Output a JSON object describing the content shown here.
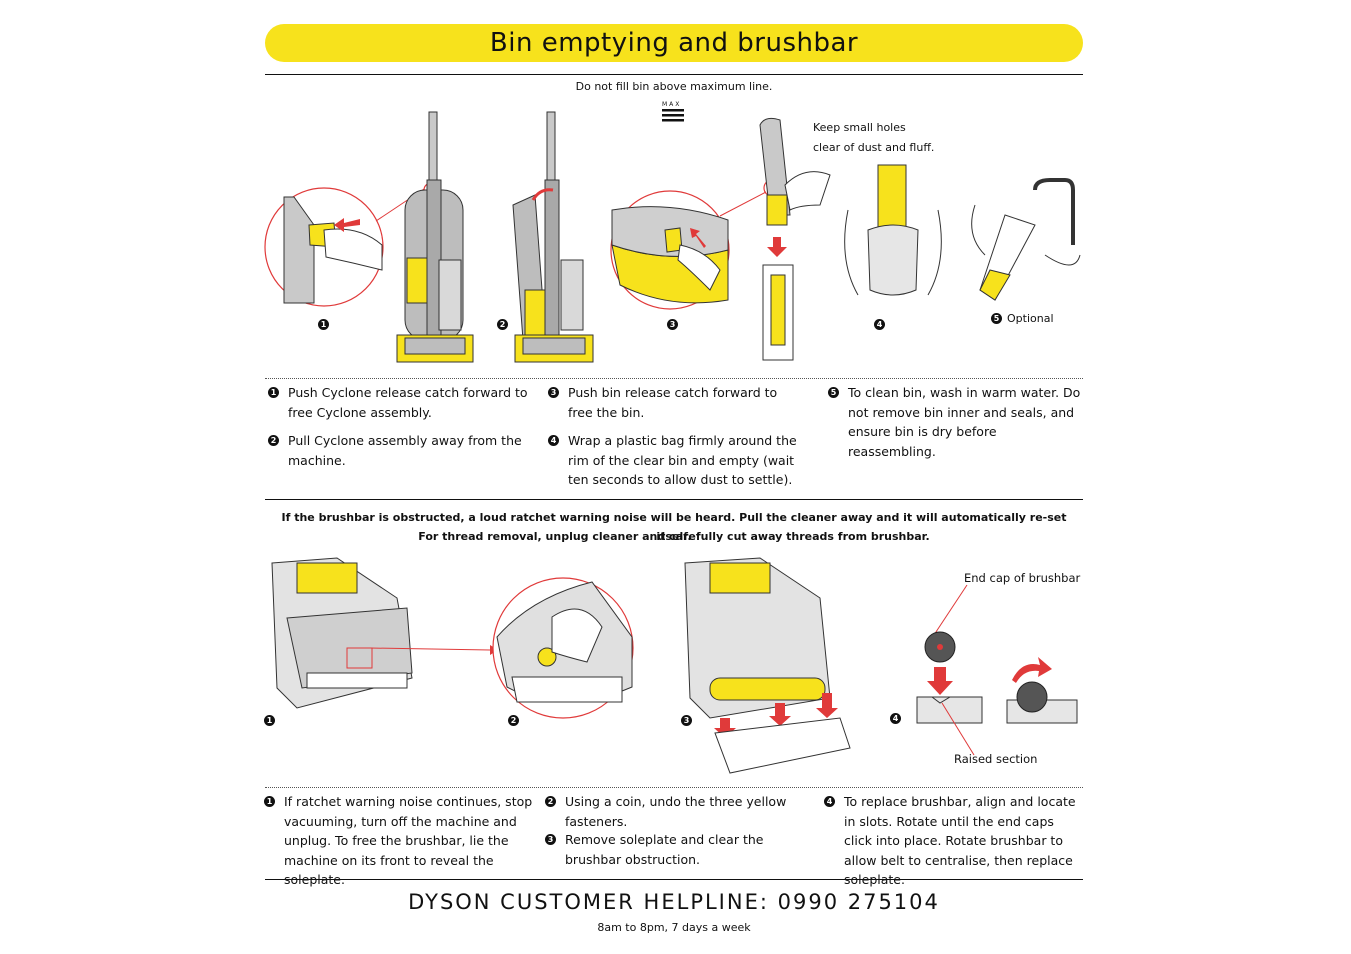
{
  "header": {
    "title": "Bin emptying and brushbar"
  },
  "bin_section": {
    "max_note": "Do not fill bin above maximum line.",
    "max_label": "MAX",
    "holes_note_line1": "Keep small holes",
    "holes_note_line2": "clear of dust and fluff.",
    "optional_label": "Optional",
    "figure_numbers": [
      "1",
      "2",
      "3",
      "4",
      "5"
    ],
    "steps": [
      {
        "num": "1",
        "text": "Push Cyclone release catch forward to free Cyclone assembly."
      },
      {
        "num": "2",
        "text": "Pull Cyclone assembly away from the machine."
      },
      {
        "num": "3",
        "text": "Push bin release catch forward to free the bin."
      },
      {
        "num": "4",
        "text": "Wrap a plastic bag firmly around the rim of the clear bin and empty (wait ten seconds to allow dust to settle)."
      },
      {
        "num": "5",
        "text": "To clean bin, wash in warm water. Do not remove bin inner and seals, and ensure bin is dry before reassembling."
      }
    ]
  },
  "brushbar_section": {
    "warning_line1": "If the brushbar is obstructed, a loud ratchet warning noise will be heard. Pull the cleaner away and it will automatically re-set itself.",
    "warning_line2": "For thread removal, unplug cleaner and carefully cut away threads from brushbar.",
    "end_cap_label": "End cap of brushbar",
    "raised_label": "Raised section",
    "figure_numbers": [
      "1",
      "2",
      "3",
      "4"
    ],
    "steps": [
      {
        "num": "1",
        "text": "If ratchet warning noise continues, stop vacuuming, turn off the machine and unplug. To free the brushbar, lie the machine on its front to reveal the soleplate."
      },
      {
        "num": "2",
        "text": "Using a coin, undo the three yellow fasteners."
      },
      {
        "num": "3",
        "text": "Remove soleplate and clear the brushbar obstruction."
      },
      {
        "num": "4",
        "text": "To replace brushbar, align and locate in slots. Rotate until the end caps click into place. Rotate brushbar to allow belt to centralise, then replace soleplate."
      }
    ]
  },
  "footer": {
    "helpline": "DYSON CUSTOMER HELPLINE: 0990 275104",
    "hours": "8am to 8pm, 7 days a week"
  },
  "colors": {
    "accent_yellow": "#f7e21c",
    "arrow_red": "#e03a3a",
    "machine_gray": "#b9b9b9"
  }
}
